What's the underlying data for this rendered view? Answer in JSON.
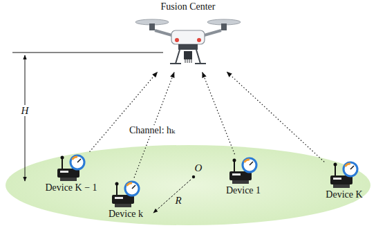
{
  "diagram": {
    "nodes": [
      {
        "text": [
          "Fusion Center"
        ]
      },
      {
        "text": [
          "Device K − 1"
        ]
      },
      {
        "text": [
          "Device k"
        ]
      },
      {
        "text": [
          "Device 1"
        ]
      },
      {
        "text": [
          "Device K"
        ]
      }
    ],
    "edges": [
      {
        "from": 1,
        "to": 0,
        "arrow": "to"
      },
      {
        "from": 2,
        "to": 0,
        "arrow": "to",
        "label": "Channel: hₖ"
      },
      {
        "from": 3,
        "to": 0,
        "arrow": "to"
      },
      {
        "from": 4,
        "to": 0,
        "arrow": "to"
      }
    ],
    "labels": [
      "H",
      "O",
      "R"
    ]
  }
}
